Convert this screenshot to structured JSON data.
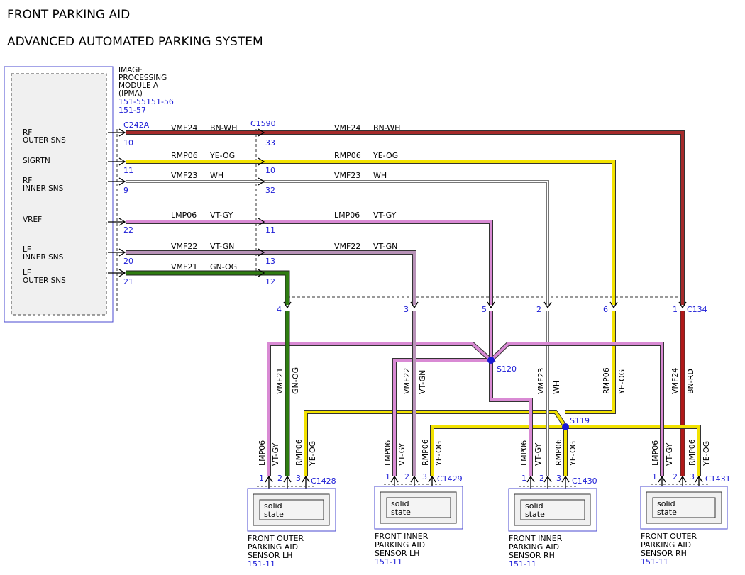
{
  "title": "FRONT PARKING AID",
  "subtitle": "ADVANCED AUTOMATED PARKING SYSTEM",
  "module": {
    "name": [
      "IMAGE",
      "PROCESSING",
      "MODULE A",
      "(IPMA)"
    ],
    "refs": [
      "151-55151-56",
      "151-57"
    ],
    "connector": "C242A",
    "pins": [
      {
        "label": [
          "RF",
          "OUTER SNS"
        ],
        "pin": "10"
      },
      {
        "label": [
          "SIGRTN"
        ],
        "pin": "11"
      },
      {
        "label": [
          "RF",
          "INNER SNS"
        ],
        "pin": "9"
      },
      {
        "label": [
          "VREF"
        ],
        "pin": "22"
      },
      {
        "label": [
          "LF",
          "INNER SNS"
        ],
        "pin": "20"
      },
      {
        "label": [
          "LF",
          "OUTER SNS"
        ],
        "pin": "21"
      }
    ]
  },
  "inline_connector": {
    "name": "C1590",
    "pins": [
      "33",
      "10",
      "32",
      "11",
      "13",
      "12"
    ]
  },
  "harness_connector": {
    "name": "C134",
    "pins": [
      "4",
      "3",
      "5",
      "2",
      "6",
      "1"
    ]
  },
  "colors": {
    "BN-WH": "#a52a2a",
    "YE-OG": "#f2e200",
    "WH": "#ffffff",
    "VT-GY": "#d98ad4",
    "VT-GN": "#b892b8",
    "GN-OG": "#2e7d10",
    "BN-RD": "#b01818",
    "label_blue": "#1a1ad6",
    "splice": "#1a1ad6"
  },
  "wires": [
    {
      "circuit": "VMF24",
      "color": "BN-WH"
    },
    {
      "circuit": "RMP06",
      "color": "YE-OG"
    },
    {
      "circuit": "VMF23",
      "color": "WH"
    },
    {
      "circuit": "LMP06",
      "color": "VT-GY"
    },
    {
      "circuit": "VMF22",
      "color": "VT-GN"
    },
    {
      "circuit": "VMF21",
      "color": "GN-OG"
    }
  ],
  "vertical_labels": [
    {
      "circuit": "VMF21",
      "color": "GN-OG"
    },
    {
      "circuit": "VMF22",
      "color": "VT-GN"
    },
    {
      "circuit": "VMF23",
      "color": "WH"
    },
    {
      "circuit": "RMP06",
      "color": "YE-OG"
    },
    {
      "circuit": "VMF24",
      "color": "BN-RD"
    }
  ],
  "splices": [
    "S120",
    "S119"
  ],
  "sensors": [
    {
      "connector": "C1428",
      "inner": [
        "solid",
        "state"
      ],
      "name": [
        "FRONT OUTER",
        "PARKING AID",
        "SENSOR LH"
      ],
      "ref": "151-11",
      "wires": [
        [
          "LMP06",
          "VT-GY"
        ],
        [
          "RMP06",
          "YE-OG"
        ]
      ],
      "pins": [
        "1",
        "2",
        "3"
      ]
    },
    {
      "connector": "C1429",
      "inner": [
        "solid",
        "state"
      ],
      "name": [
        "FRONT INNER",
        "PARKING AID",
        "SENSOR LH"
      ],
      "ref": "151-11",
      "wires": [
        [
          "LMP06",
          "VT-GY"
        ],
        [
          "RMP06",
          "YE-OG"
        ]
      ],
      "pins": [
        "1",
        "2",
        "3"
      ]
    },
    {
      "connector": "C1430",
      "inner": [
        "solid",
        "state"
      ],
      "name": [
        "FRONT INNER",
        "PARKING AID",
        "SENSOR RH"
      ],
      "ref": "151-11",
      "wires": [
        [
          "LMP06",
          "VT-GY"
        ],
        [
          "RMP06",
          "YE-OG"
        ]
      ],
      "pins": [
        "1",
        "2",
        "3"
      ]
    },
    {
      "connector": "C1431",
      "inner": [
        "solid",
        "state"
      ],
      "name": [
        "FRONT OUTER",
        "PARKING AID",
        "SENSOR RH"
      ],
      "ref": "151-11",
      "wires": [
        [
          "LMP06",
          "VT-GY"
        ],
        [
          "RMP06",
          "YE-OG"
        ]
      ],
      "pins": [
        "1",
        "2",
        "3"
      ]
    }
  ]
}
